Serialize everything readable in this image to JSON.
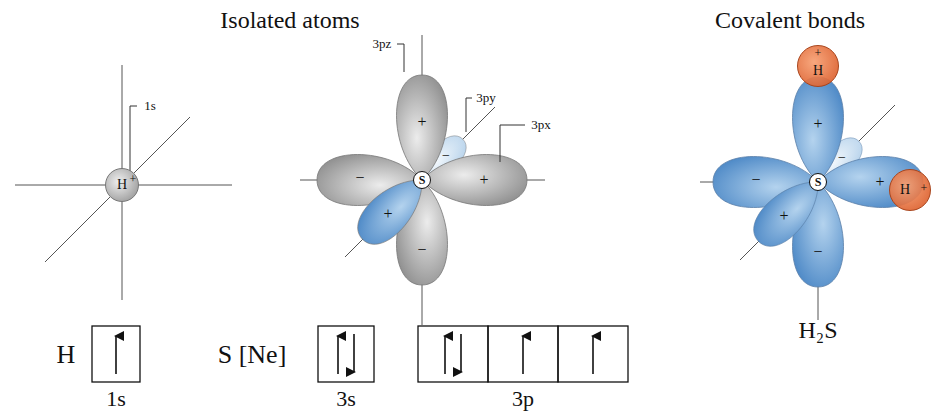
{
  "diagram": {
    "nodes": [
      {
        "text": [
          "H"
        ]
      },
      {
        "text": [
          "S"
        ]
      },
      {
        "text": [
          "S"
        ]
      },
      {
        "text": [
          "H"
        ]
      },
      {
        "text": [
          "H"
        ]
      }
    ],
    "labels": [
      "Isolated atoms",
      "Covalent bonds",
      "1s",
      "+",
      "3pz",
      "3py",
      "3px",
      "+",
      "−",
      "−",
      "+",
      "+",
      "−",
      "H",
      "1s",
      "S [Ne]",
      "3s",
      "3p",
      "+",
      "−",
      "+",
      "−",
      "+",
      "−",
      "+",
      "+",
      "H₂S"
    ]
  }
}
